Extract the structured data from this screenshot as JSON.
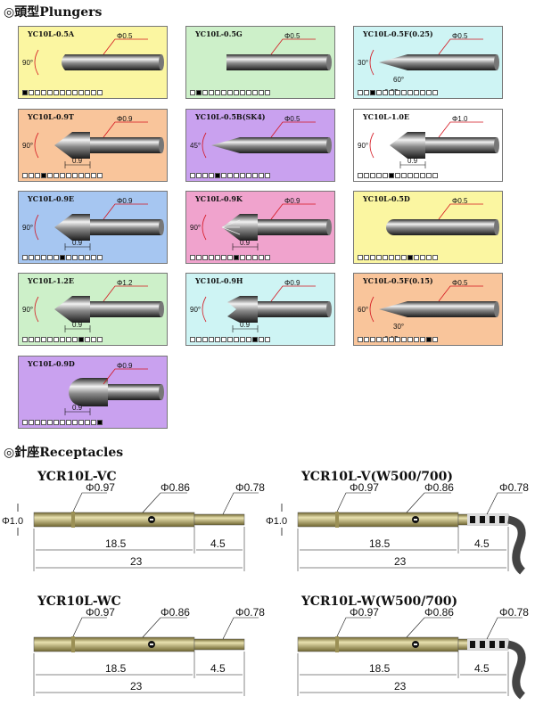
{
  "sections": {
    "plungers_title": "◎頭型Plungers",
    "receptacles_title": "◎針座Receptacles"
  },
  "colors": {
    "yellow": "#fbf6a1",
    "green": "#cdf0c9",
    "cyan": "#cef4f4",
    "orange": "#f9c59b",
    "purple": "#c9a1ef",
    "white": "#ffffff",
    "blue": "#a6c6f1",
    "pink": "#f0a3cd",
    "ink_red": "#d4141e",
    "brass": "#b3a86c"
  },
  "plungers": [
    {
      "name": "YC10L-0.5A",
      "color": "yellow",
      "tip": "radius",
      "dia": "Φ0.5",
      "angle": "90°",
      "len": "",
      "sub": "",
      "checked": 0
    },
    {
      "name": "YC10L-0.5G",
      "color": "green",
      "tip": "flat",
      "dia": "Φ0.5",
      "angle": "",
      "len": "",
      "sub": "",
      "checked": 1
    },
    {
      "name": "YC10L-0.5F(0.25)",
      "color": "cyan",
      "tip": "point-thin",
      "dia": "Φ0.5",
      "angle": "30°",
      "angle2": "60°",
      "len": "",
      "sub": "0.25",
      "checked": 2
    },
    {
      "name": "YC10L-0.9T",
      "color": "orange",
      "tip": "bevel",
      "dia": "Φ0.9",
      "angle": "90°",
      "len": "0.9",
      "sub": "",
      "checked": 3
    },
    {
      "name": "YC10L-0.5B(SK4)",
      "color": "purple",
      "tip": "long-point",
      "dia": "Φ0.5",
      "angle": "45°",
      "len": "",
      "sub": "",
      "checked": 4
    },
    {
      "name": "YC10L-1.0E",
      "color": "white",
      "tip": "cone",
      "dia": "Φ1.0",
      "angle": "90°",
      "len": "0.9",
      "sub": "",
      "checked": 5
    },
    {
      "name": "YC10L-0.9E",
      "color": "blue",
      "tip": "cone",
      "dia": "Φ0.9",
      "angle": "90°",
      "len": "0.9",
      "sub": "",
      "checked": 6
    },
    {
      "name": "YC10L-0.9K",
      "color": "pink",
      "tip": "star",
      "dia": "Φ0.9",
      "angle": "90°",
      "len": "0.9",
      "sub": "",
      "checked": 7
    },
    {
      "name": "YC10L-0.5D",
      "color": "yellow",
      "tip": "dome",
      "dia": "Φ0.5",
      "angle": "",
      "len": "",
      "sub": "",
      "checked": 8
    },
    {
      "name": "YC10L-1.2E",
      "color": "green",
      "tip": "cone",
      "dia": "Φ1.2",
      "angle": "90°",
      "len": "0.9",
      "sub": "",
      "checked": 9
    },
    {
      "name": "YC10L-0.9H",
      "color": "cyan",
      "tip": "crown",
      "dia": "Φ0.9",
      "angle": "90°",
      "len": "0.9",
      "sub": "",
      "checked": 10
    },
    {
      "name": "YC10L-0.5F(0.15)",
      "color": "orange",
      "tip": "point-thin",
      "dia": "Φ0.5",
      "angle": "60°",
      "angle2": "30°",
      "len": "",
      "sub": "0.15",
      "checked": 11
    },
    {
      "name": "YC10L-0.9D",
      "color": "purple",
      "tip": "dome-big",
      "dia": "Φ0.9",
      "angle": "",
      "len": "0.9",
      "sub": "",
      "checked": 12
    }
  ],
  "receptacles": [
    {
      "name": "YCR10L-VC",
      "d_outer": "Φ0.97",
      "d_mid": "Φ0.86",
      "d_tip": "Φ0.78",
      "d_body": "Φ1.0",
      "len_a": "18.5",
      "len_b": "4.5",
      "len_total": "23",
      "wire": false
    },
    {
      "name": "YCR10L-V(W500/700)",
      "d_outer": "Φ0.97",
      "d_mid": "Φ0.86",
      "d_tip": "Φ0.78",
      "d_body": "Φ1.0",
      "len_a": "18.5",
      "len_b": "4.5",
      "len_total": "23",
      "wire": true
    },
    {
      "name": "YCR10L-WC",
      "d_outer": "Φ0.97",
      "d_mid": "Φ0.86",
      "d_tip": "Φ0.78",
      "d_body": "",
      "len_a": "18.5",
      "len_b": "4.5",
      "len_total": "23",
      "wire": false
    },
    {
      "name": "YCR10L-W(W500/700)",
      "d_outer": "Φ0.97",
      "d_mid": "Φ0.86",
      "d_tip": "Φ0.78",
      "d_body": "",
      "len_a": "18.5",
      "len_b": "4.5",
      "len_total": "23",
      "wire": true
    }
  ]
}
